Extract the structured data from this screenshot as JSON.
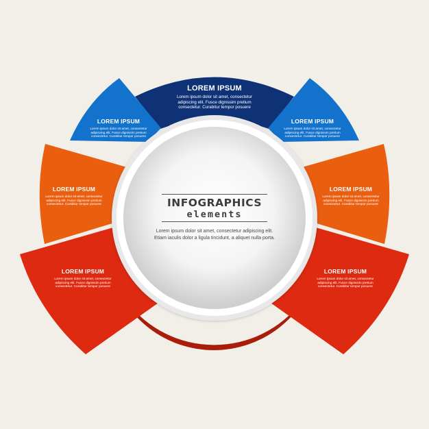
{
  "colors": {
    "background": "#f2efe8",
    "navy": "#0f3276",
    "blue": "#1372cc",
    "orange": "#ea5e10",
    "red": "#dd2a11"
  },
  "center": {
    "title": "INFOGRAPHICS",
    "subtitle": "elements",
    "body_line1": "Lorem ipsum dolor sit amet, consectetur adipiscing elit.",
    "body_line2": "Etiam iaculis dolor a ligula tincidunt, a aliquet nulla porta."
  },
  "segments": [
    {
      "title": "LOREM IPSUM",
      "line1": "Lorem ipsum dolor sit amet, consectetur",
      "line2": "adipiscing elit. Fusce dignissim pretium",
      "line3": "consectetur. Curabitur tempor posuere"
    },
    {
      "title": "LOREM IPSUM",
      "line1": "Lorem ipsum dolor sit amet, consectetur",
      "line2": "adipiscing elit. Fusce dignissim pretium",
      "line3": "consectetur. Curabitur tempor posuere"
    },
    {
      "title": "LOREM IPSUM",
      "line1": "Lorem ipsum dolor sit amet, consectetur",
      "line2": "adipiscing elit. Fusce dignissim pretium",
      "line3": "consectetur. Curabitur tempor posuere"
    },
    {
      "title": "LOREM IPSUM",
      "line1": "Lorem ipsum dolor sit amet, consectetur",
      "line2": "adipiscing elit. Fusce dignissim pretium",
      "line3": "consectetur. Curabitur tempor posuere"
    },
    {
      "title": "LOREM IPSUM",
      "line1": "Lorem ipsum dolor sit amet, consectetur",
      "line2": "adipiscing elit. Fusce dignissim pretium",
      "line3": "consectetur. Curabitur tempor posuere"
    },
    {
      "title": "LOREM IPSUM",
      "line1": "Lorem ipsum dolor sit amet, consectetur",
      "line2": "adipiscing elit. Fusce dignissim pretium",
      "line3": "consectetur. Curabitur tempor posuere"
    },
    {
      "title": "LOREM IPSUM",
      "line1": "Lorem ipsum dolor sit amet, consectetur",
      "line2": "adipiscing elit. Fusce dignissim pretium",
      "line3": "consectetur. Curabitur tempor posuere"
    }
  ]
}
